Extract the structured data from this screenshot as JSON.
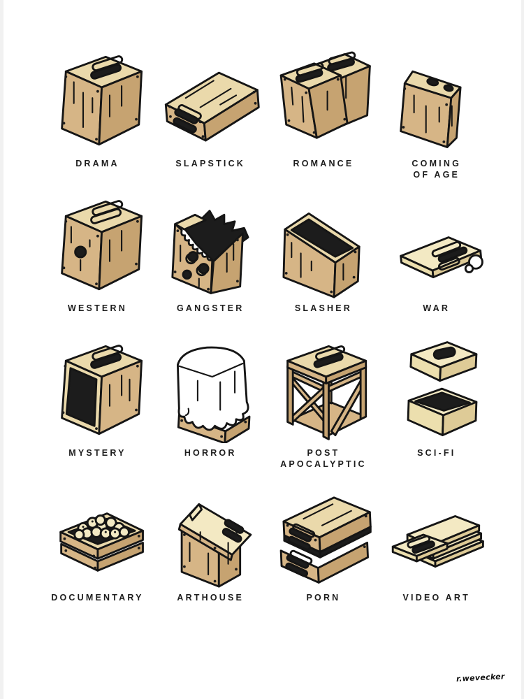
{
  "poster": {
    "items": [
      {
        "id": "drama",
        "label": "DRAMA",
        "icon": "drama-standing-box-icon"
      },
      {
        "id": "slapstick",
        "label": "SLAPSTICK",
        "icon": "slapstick-fallen-box-icon"
      },
      {
        "id": "romance",
        "label": "ROMANCE",
        "icon": "romance-leaning-boxes-icon"
      },
      {
        "id": "coming-of-age",
        "label": "COMING\nOF AGE",
        "icon": "coming-of-age-thin-box-icon"
      },
      {
        "id": "western",
        "label": "WESTERN",
        "icon": "western-bullet-hole-box-icon"
      },
      {
        "id": "gangster",
        "label": "GANGSTER",
        "icon": "gangster-shot-up-box-icon"
      },
      {
        "id": "slasher",
        "label": "SLASHER",
        "icon": "slasher-sliced-open-box-icon"
      },
      {
        "id": "war",
        "label": "WAR",
        "icon": "war-damaged-plank-icon"
      },
      {
        "id": "mystery",
        "label": "MYSTERY",
        "icon": "mystery-open-front-box-icon"
      },
      {
        "id": "horror",
        "label": "HORROR",
        "icon": "horror-sheet-covered-box-icon"
      },
      {
        "id": "post-apocalyptic",
        "label": "POST\nAPOCALYPTIC",
        "icon": "post-apocalyptic-skeleton-frame-box-icon"
      },
      {
        "id": "sci-fi",
        "label": "SCI-FI",
        "icon": "sci-fi-levitating-lid-box-icon"
      },
      {
        "id": "documentary",
        "label": "DOCUMENTARY",
        "icon": "documentary-apple-crate-icon"
      },
      {
        "id": "arthouse",
        "label": "ARTHOUSE",
        "icon": "arthouse-birdhouse-box-icon"
      },
      {
        "id": "porn",
        "label": "PORN",
        "icon": "porn-stacked-flat-boxes-icon"
      },
      {
        "id": "video-art",
        "label": "VIDEO ART",
        "icon": "video-art-stacked-planks-icon"
      }
    ],
    "signature": "r.wevecker",
    "colors": {
      "page_bg": "#f1f1f1",
      "poster_bg": "#ffffff",
      "outline": "#151515",
      "dark": "#1c1c1c",
      "tan_top": "#ead9ab",
      "tan_front": "#d6b586",
      "tan_side": "#c6a371",
      "pale_top": "#f3e9c3",
      "pale_front": "#ecdfae",
      "pale_side": "#decb97",
      "sheet_white": "#ffffff",
      "label_color": "#1d1d1d",
      "signature_color": "#111111"
    }
  }
}
